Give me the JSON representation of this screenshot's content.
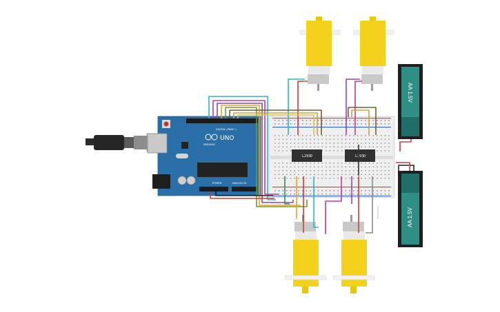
{
  "arduino": {
    "brand": "ARDUINO",
    "model": "UNO",
    "digital_label": "DIGITAL (PWM~)",
    "power_label": "POWER",
    "analog_label": "ANALOG IN"
  },
  "drivers": [
    {
      "label": "L293D"
    },
    {
      "label": "L293D"
    }
  ],
  "batteries": [
    {
      "label": "AA 1.5V"
    },
    {
      "label": "AA 1.5V"
    }
  ],
  "colors": {
    "board": "#2b6fa8",
    "motor_body": "#f2d21b",
    "battery": "#2f8e86",
    "breadboard": "#efefef",
    "chip": "#303030"
  }
}
